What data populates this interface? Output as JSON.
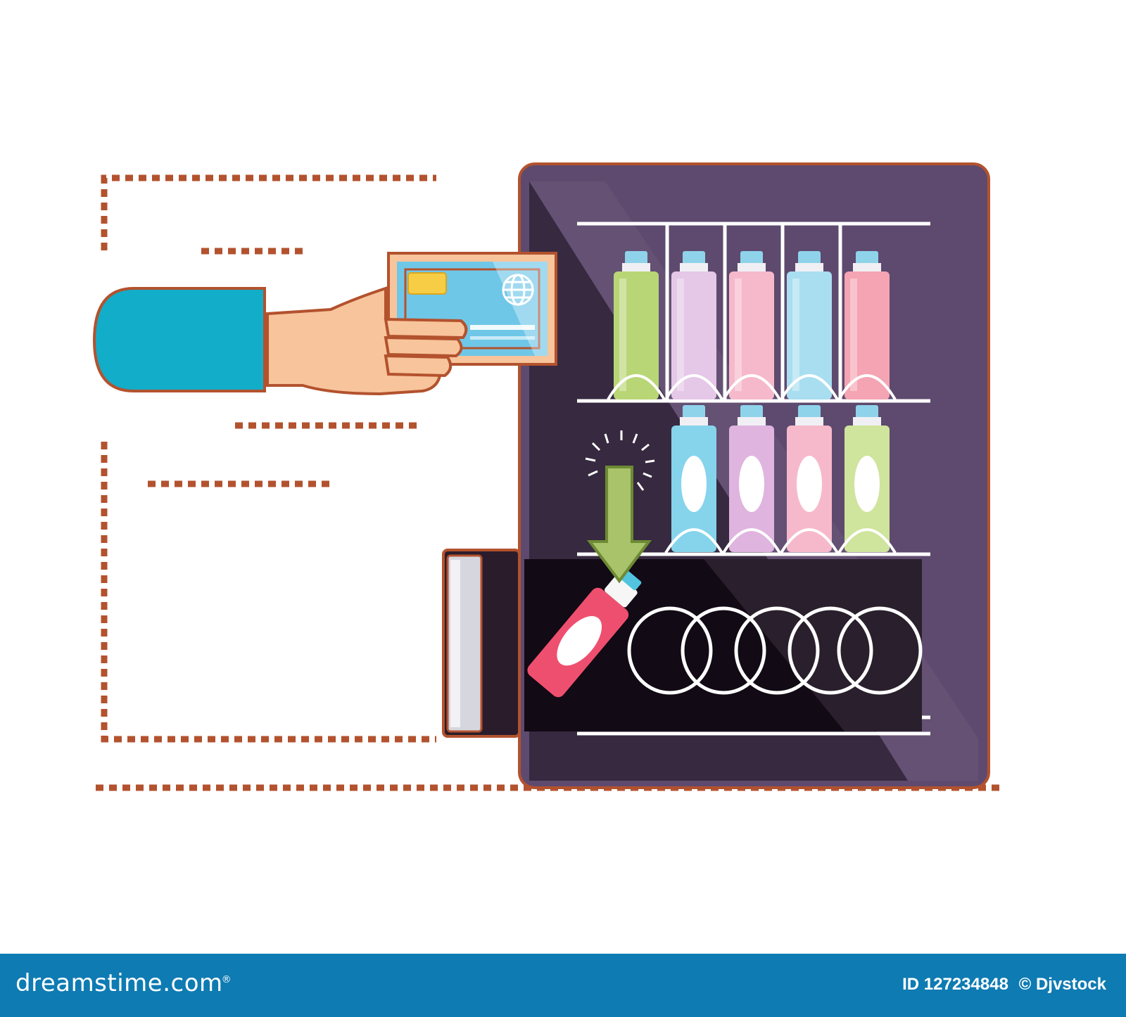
{
  "colors": {
    "machine_body": "#5e4a6e",
    "machine_dark": "#2f2338",
    "outline": "#b3522e",
    "sleeve": "#12adc9",
    "skin": "#f8c49b",
    "card": "#6fc7e8",
    "footer_bg": "#0e7bb3"
  },
  "icons": {
    "arrow": "down-arrow-icon",
    "globe": "globe-icon",
    "chip": "card-chip-icon"
  },
  "upper_bottles": [
    "#b9d676",
    "#e5c7e7",
    "#f6b9cb",
    "#a8def0",
    "#f4a4b3"
  ],
  "lower_bottles": [
    "#86d4ec",
    "#dfb4df",
    "#f6b9cb",
    "#cfe49c"
  ],
  "footer": {
    "brand_text": "dreamstime.com",
    "brand_mark": "®",
    "image_id": "ID 127234848",
    "copyright": "©",
    "author": "Djvstock"
  }
}
